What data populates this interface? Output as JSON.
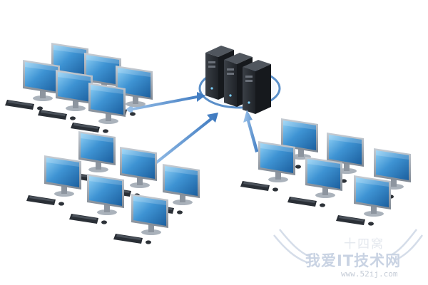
{
  "watermark": {
    "top_text": "十四窝",
    "main_text": "我爱IT技术网",
    "sub_text": "www.52ij.com"
  },
  "colors": {
    "screen": "#2e7fc0",
    "screen_light": "#7fc3ef",
    "bezel": "#9aa3ad",
    "keyboard": "#2a2f36",
    "server": "#2f3339",
    "arrow": "#4a86c8",
    "ring": "#5a8fc9"
  },
  "icons": [
    "server-rack-icon",
    "monitor-icon",
    "keyboard-icon",
    "mouse-icon",
    "arrow-icon"
  ]
}
